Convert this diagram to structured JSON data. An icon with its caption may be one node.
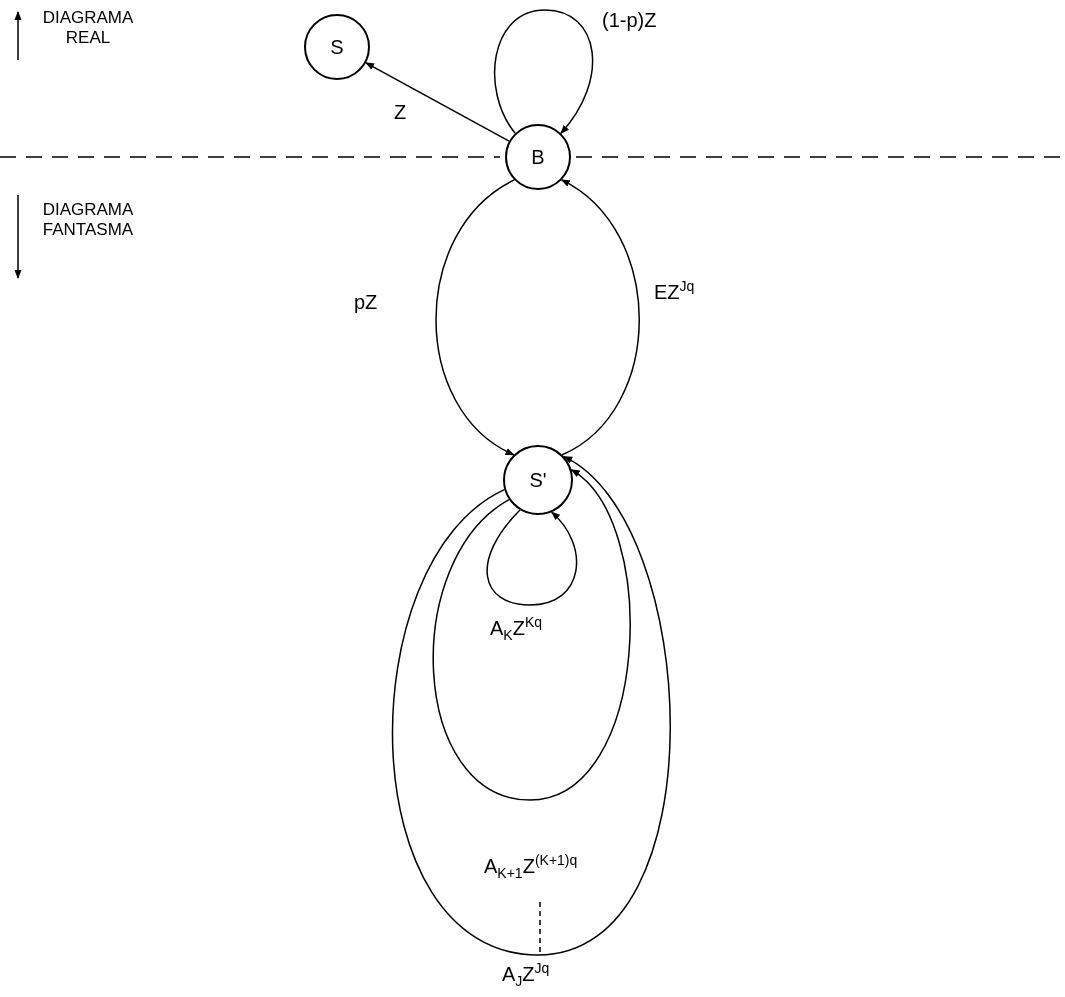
{
  "diagram": {
    "nodes": [
      {
        "text": [
          "S"
        ]
      },
      {
        "text": [
          "B"
        ]
      },
      {
        "text": [
          "S'"
        ]
      }
    ],
    "edges": [
      {
        "from": 1,
        "to": 0,
        "arrow": "to",
        "label": "Z"
      },
      {
        "from": 1,
        "to": 1,
        "arrow": "to",
        "label": "(1-p)Z"
      },
      {
        "from": 1,
        "to": 2,
        "arrow": "to",
        "label": "pZ"
      },
      {
        "from": 2,
        "to": 1,
        "arrow": "to",
        "label": "EZ$^{Jq}$"
      },
      {
        "from": 2,
        "to": 2,
        "arrow": "to",
        "label": "A$_{K}$Z$^{Kq}$"
      },
      {
        "from": 2,
        "to": 2,
        "arrow": "to",
        "label": "A$_{K+1}$Z$^{(K+1)q}$"
      },
      {
        "from": 2,
        "to": 2,
        "arrow": "to",
        "label": "A$_{J}$Z$^{Jq}$"
      }
    ],
    "labels": [
      "DIAGRAMA REAL",
      "DIAGRAMA FANTASMA"
    ]
  }
}
